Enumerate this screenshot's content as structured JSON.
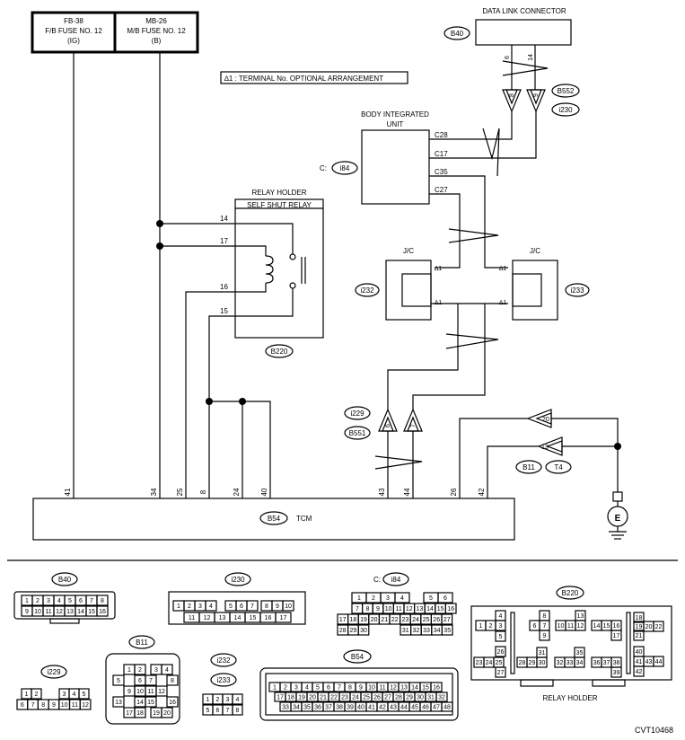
{
  "fuses": [
    {
      "id": "FB-38",
      "name": "F/B FUSE NO. 12",
      "type": "(IG)"
    },
    {
      "id": "MB-26",
      "name": "M/B FUSE NO. 12",
      "type": "(B)"
    }
  ],
  "note": "∆1 : TERMINAL No. OPTIONAL ARRANGEMENT",
  "data_link_connector": {
    "title": "DATA LINK CONNECTOR",
    "connector": "B40",
    "pins": [
      "6",
      "14"
    ]
  },
  "joint_connector": {
    "codes": [
      "B552",
      "i230"
    ],
    "pins": [
      "8",
      "9"
    ]
  },
  "body_integrated_unit": {
    "title_line1": "BODY INTEGRATED",
    "title_line2": "UNIT",
    "connector_prefix": "C:",
    "connector": "i84",
    "pins": [
      "C28",
      "C17",
      "C35",
      "C27"
    ]
  },
  "relay": {
    "holder": "RELAY HOLDER",
    "relay": "SELF SHUT RELAY",
    "connector": "B220",
    "pins": [
      "14",
      "17",
      "16",
      "15"
    ]
  },
  "jc": [
    {
      "label": "J/C",
      "connector": "i232",
      "pin1": "∆1",
      "pin2": "∆1"
    },
    {
      "label": "J/C",
      "connector": "i233",
      "pin1": "∆1",
      "pin2": "∆1"
    }
  ],
  "lower_connector": {
    "codes": [
      "i229",
      "B551"
    ],
    "pins": [
      "6",
      "7"
    ]
  },
  "ground_connector": {
    "codes": [
      "B11",
      "T4"
    ],
    "pins": [
      "20",
      "13"
    ],
    "ground": "E"
  },
  "tcm": {
    "connector": "B54",
    "label": "TCM",
    "pins": [
      "41",
      "34",
      "25",
      "8",
      "24",
      "40",
      "43",
      "44",
      "26",
      "42"
    ]
  },
  "connectors": {
    "b40": {
      "code": "B40",
      "row1": [
        "1",
        "2",
        "3",
        "4",
        "5",
        "6",
        "7",
        "8"
      ],
      "row2": [
        "9",
        "10",
        "11",
        "12",
        "13",
        "14",
        "15",
        "16"
      ]
    },
    "i230": {
      "code": "i230",
      "row1": [
        "1",
        "2",
        "3",
        "4",
        "5",
        "6",
        "7",
        "8",
        "9",
        "10"
      ],
      "row2": [
        "11",
        "12",
        "13",
        "14",
        "15",
        "16",
        "17"
      ]
    },
    "i84": {
      "prefix": "C:",
      "code": "i84",
      "row1": [
        "1",
        "2",
        "3",
        "4",
        "5",
        "6"
      ],
      "row2": [
        "7",
        "8",
        "9",
        "10",
        "11",
        "12",
        "13",
        "14",
        "15",
        "16"
      ],
      "row3": [
        "17",
        "18",
        "19",
        "20",
        "21",
        "22",
        "23",
        "24",
        "25",
        "26",
        "27"
      ],
      "row4": [
        "28",
        "29",
        "30",
        "31",
        "32",
        "33",
        "34",
        "35"
      ]
    },
    "b220": {
      "code": "B220",
      "label": "RELAY HOLDER",
      "pins": [
        "1",
        "2",
        "3",
        "4",
        "5",
        "6",
        "7",
        "8",
        "9",
        "10",
        "11",
        "12",
        "13",
        "14",
        "15",
        "16",
        "17",
        "18",
        "19",
        "20",
        "21",
        "22",
        "23",
        "24",
        "25",
        "26",
        "27",
        "28",
        "29",
        "30",
        "31",
        "32",
        "33",
        "34",
        "35",
        "36",
        "37",
        "38",
        "39",
        "40",
        "41",
        "42",
        "43",
        "44"
      ]
    },
    "i229": {
      "code": "i229",
      "row1": [
        "1",
        "2",
        "3",
        "4",
        "5"
      ],
      "row2": [
        "6",
        "7",
        "8",
        "9",
        "10",
        "11",
        "12"
      ]
    },
    "b11": {
      "code": "B11",
      "rows": [
        [
          "1",
          "2",
          "3",
          "4"
        ],
        [
          "5",
          "6",
          "7",
          "8"
        ],
        [
          "9",
          "10",
          "11",
          "12"
        ],
        [
          "13",
          "14",
          "15",
          "16"
        ],
        [
          "17",
          "18",
          "19",
          "20"
        ]
      ]
    },
    "i232": {
      "code": "i232"
    },
    "i233": {
      "code": "i233",
      "row1": [
        "1",
        "2",
        "3",
        "4"
      ],
      "row2": [
        "5",
        "6",
        "7",
        "8"
      ]
    },
    "b54": {
      "code": "B54",
      "row1": [
        "1",
        "2",
        "3",
        "4",
        "5",
        "6",
        "7",
        "8",
        "9",
        "10",
        "11",
        "12",
        "13",
        "14",
        "15",
        "16"
      ],
      "row2": [
        "17",
        "18",
        "19",
        "20",
        "21",
        "22",
        "23",
        "24",
        "25",
        "26",
        "27",
        "28",
        "29",
        "30",
        "31",
        "32"
      ],
      "row3": [
        "33",
        "34",
        "35",
        "36",
        "37",
        "38",
        "39",
        "40",
        "41",
        "42",
        "43",
        "44",
        "45",
        "46",
        "47",
        "48"
      ]
    }
  },
  "footer_code": "CVT10468"
}
